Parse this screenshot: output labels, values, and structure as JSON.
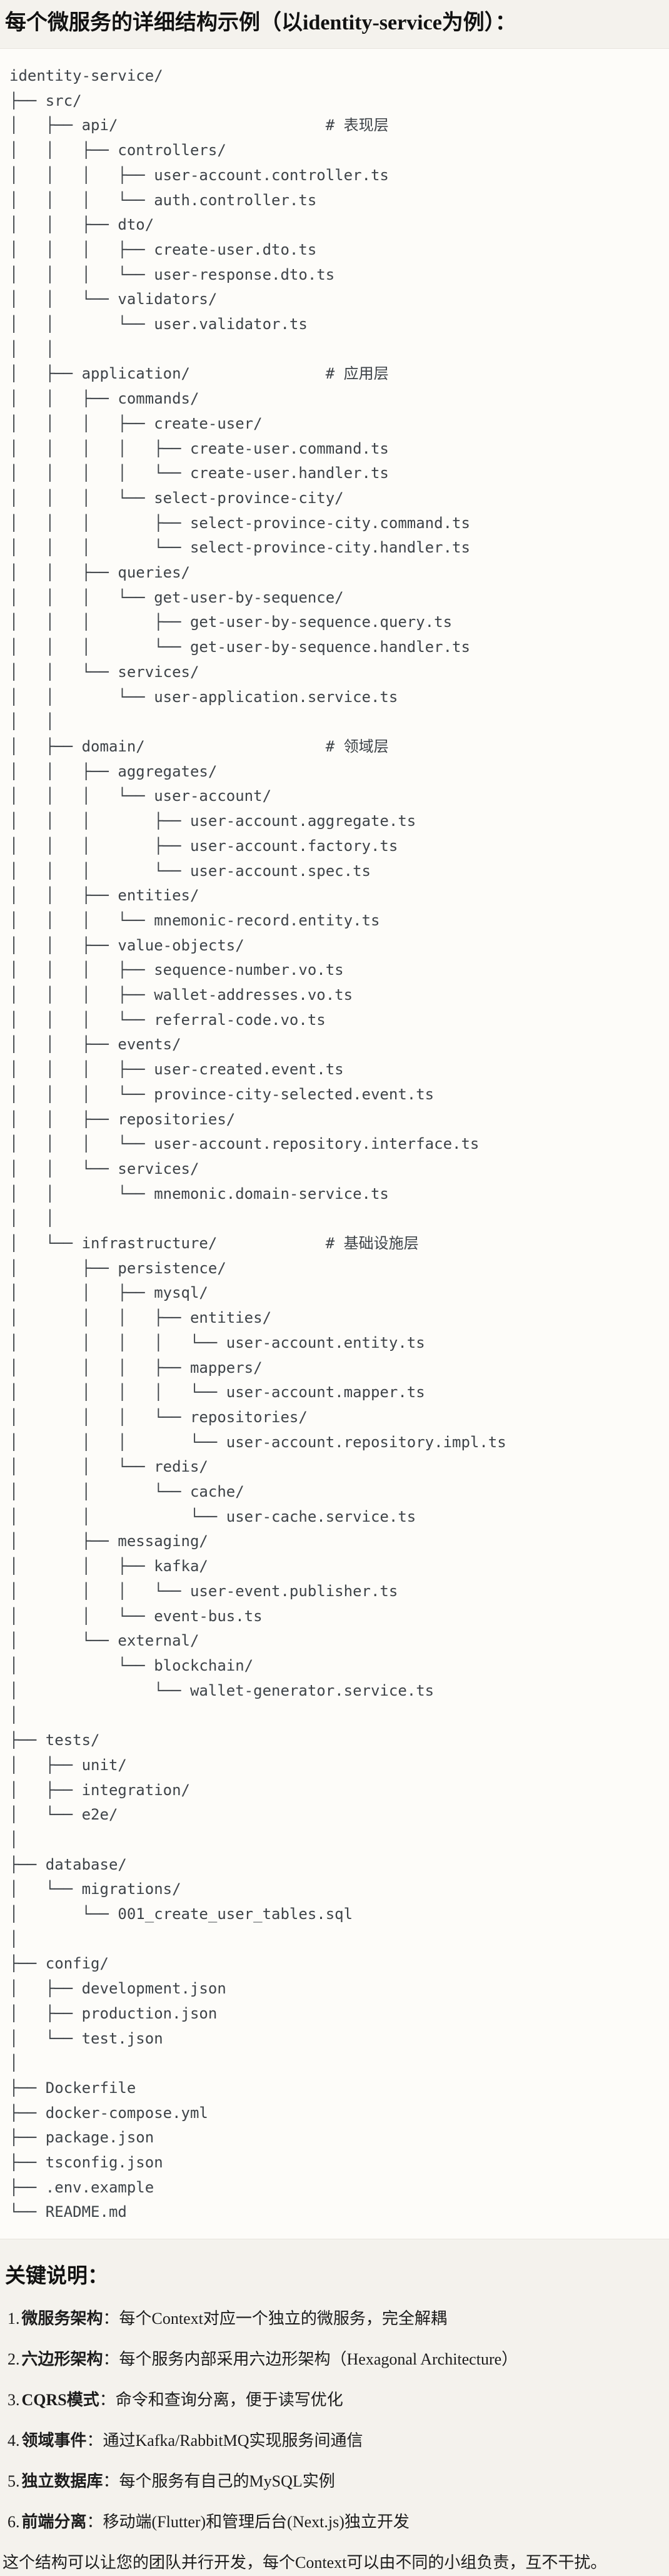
{
  "page": {
    "title": "每个微服务的详细结构示例（以identity-service为例）："
  },
  "colors": {
    "page_bg": "#f4f2ed",
    "code_bg": "#fdfcf9",
    "divider": "#e7e4dd",
    "code_text": "#3e4348",
    "text": "#1c1c1c"
  },
  "tree": {
    "lines": [
      "identity-service/",
      "├── src/",
      "│   ├── api/                       # 表现层",
      "│   │   ├── controllers/",
      "│   │   │   ├── user-account.controller.ts",
      "│   │   │   └── auth.controller.ts",
      "│   │   ├── dto/",
      "│   │   │   ├── create-user.dto.ts",
      "│   │   │   └── user-response.dto.ts",
      "│   │   └── validators/",
      "│   │       └── user.validator.ts",
      "│   │",
      "│   ├── application/               # 应用层",
      "│   │   ├── commands/",
      "│   │   │   ├── create-user/",
      "│   │   │   │   ├── create-user.command.ts",
      "│   │   │   │   └── create-user.handler.ts",
      "│   │   │   └── select-province-city/",
      "│   │   │       ├── select-province-city.command.ts",
      "│   │   │       └── select-province-city.handler.ts",
      "│   │   ├── queries/",
      "│   │   │   └── get-user-by-sequence/",
      "│   │   │       ├── get-user-by-sequence.query.ts",
      "│   │   │       └── get-user-by-sequence.handler.ts",
      "│   │   └── services/",
      "│   │       └── user-application.service.ts",
      "│   │",
      "│   ├── domain/                    # 领域层",
      "│   │   ├── aggregates/",
      "│   │   │   └── user-account/",
      "│   │   │       ├── user-account.aggregate.ts",
      "│   │   │       ├── user-account.factory.ts",
      "│   │   │       └── user-account.spec.ts",
      "│   │   ├── entities/",
      "│   │   │   └── mnemonic-record.entity.ts",
      "│   │   ├── value-objects/",
      "│   │   │   ├── sequence-number.vo.ts",
      "│   │   │   ├── wallet-addresses.vo.ts",
      "│   │   │   └── referral-code.vo.ts",
      "│   │   ├── events/",
      "│   │   │   ├── user-created.event.ts",
      "│   │   │   └── province-city-selected.event.ts",
      "│   │   ├── repositories/",
      "│   │   │   └── user-account.repository.interface.ts",
      "│   │   └── services/",
      "│   │       └── mnemonic.domain-service.ts",
      "│   │",
      "│   └── infrastructure/            # 基础设施层",
      "│       ├── persistence/",
      "│       │   ├── mysql/",
      "│       │   │   ├── entities/",
      "│       │   │   │   └── user-account.entity.ts",
      "│       │   │   ├── mappers/",
      "│       │   │   │   └── user-account.mapper.ts",
      "│       │   │   └── repositories/",
      "│       │   │       └── user-account.repository.impl.ts",
      "│       │   └── redis/",
      "│       │       └── cache/",
      "│       │           └── user-cache.service.ts",
      "│       ├── messaging/",
      "│       │   ├── kafka/",
      "│       │   │   └── user-event.publisher.ts",
      "│       │   └── event-bus.ts",
      "│       └── external/",
      "│           └── blockchain/",
      "│               └── wallet-generator.service.ts",
      "│",
      "├── tests/",
      "│   ├── unit/",
      "│   ├── integration/",
      "│   └── e2e/",
      "│",
      "├── database/",
      "│   └── migrations/",
      "│       └── 001_create_user_tables.sql",
      "│",
      "├── config/",
      "│   ├── development.json",
      "│   ├── production.json",
      "│   └── test.json",
      "│",
      "├── Dockerfile",
      "├── docker-compose.yml",
      "├── package.json",
      "├── tsconfig.json",
      "├── .env.example",
      "└── README.md"
    ]
  },
  "notes": {
    "heading": "关键说明：",
    "items": [
      {
        "num": "1.",
        "term": "微服务架构",
        "sep": "：",
        "desc": "每个Context对应一个独立的微服务，完全解耦"
      },
      {
        "num": "2.",
        "term": "六边形架构",
        "sep": "：",
        "desc": "每个服务内部采用六边形架构（Hexagonal Architecture）"
      },
      {
        "num": "3.",
        "term": "CQRS模式",
        "sep": "：",
        "desc": "命令和查询分离，便于读写优化"
      },
      {
        "num": "4.",
        "term": "领域事件",
        "sep": "：",
        "desc": "通过Kafka/RabbitMQ实现服务间通信"
      },
      {
        "num": "5.",
        "term": "独立数据库",
        "sep": "：",
        "desc": "每个服务有自己的MySQL实例"
      },
      {
        "num": "6.",
        "term": "前端分离",
        "sep": "：",
        "desc": "移动端(Flutter)和管理后台(Next.js)独立开发"
      }
    ],
    "footer": "这个结构可以让您的团队并行开发，每个Context可以由不同的小组负责，互不干扰。"
  }
}
